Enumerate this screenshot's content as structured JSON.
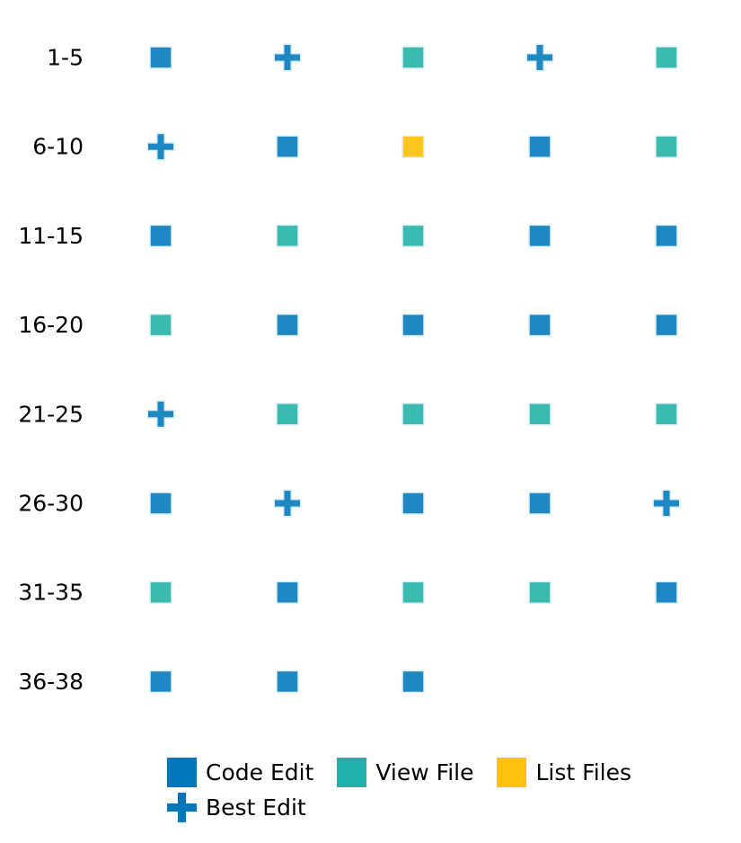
{
  "chart_data": {
    "type": "scatter",
    "row_labels": [
      "1-5",
      "6-10",
      "11-15",
      "16-20",
      "21-25",
      "26-30",
      "31-35",
      "36-38"
    ],
    "steps": [
      [
        "code_edit_best",
        "best_edit",
        "view_file",
        "best_edit",
        "view_file"
      ],
      [
        "best_edit",
        "code_edit",
        "list_files",
        "code_edit",
        "view_file"
      ],
      [
        "code_edit",
        "view_file",
        "view_file",
        "code_edit",
        "code_edit"
      ],
      [
        "view_file",
        "code_edit",
        "code_edit",
        "code_edit",
        "code_edit"
      ],
      [
        "best_edit",
        "view_file",
        "view_file",
        "view_file",
        "view_file"
      ],
      [
        "code_edit",
        "best_edit",
        "code_edit",
        "code_edit",
        "best_edit"
      ],
      [
        "view_file",
        "code_edit",
        "view_file",
        "view_file",
        "code_edit"
      ],
      [
        "code_edit",
        "code_edit",
        "code_edit"
      ]
    ],
    "categories": {
      "code_edit": {
        "label": "Code Edit",
        "color": "#1f88c2",
        "marker": "square"
      },
      "code_edit_best": {
        "label": "Code Edit",
        "color": "#1f88c2",
        "marker": "square"
      },
      "view_file": {
        "label": "View File",
        "color": "#3bbab0",
        "marker": "square"
      },
      "list_files": {
        "label": "List Files",
        "color": "#ffc61e",
        "marker": "square"
      },
      "best_edit": {
        "label": "Best Edit",
        "color": "#1f88c2",
        "marker": "plus"
      }
    },
    "legend": {
      "placement": "bottom",
      "entries": [
        {
          "label": "Code Edit",
          "color": "#0077bb",
          "marker": "square"
        },
        {
          "label": "View File",
          "color": "#20b2aa",
          "marker": "square"
        },
        {
          "label": "List Files",
          "color": "#ffc20e",
          "marker": "square"
        },
        {
          "label": "Best Edit",
          "color": "#0077bb",
          "marker": "plus"
        }
      ]
    },
    "title": "",
    "xlabel": "",
    "ylabel": "",
    "grid": false
  }
}
